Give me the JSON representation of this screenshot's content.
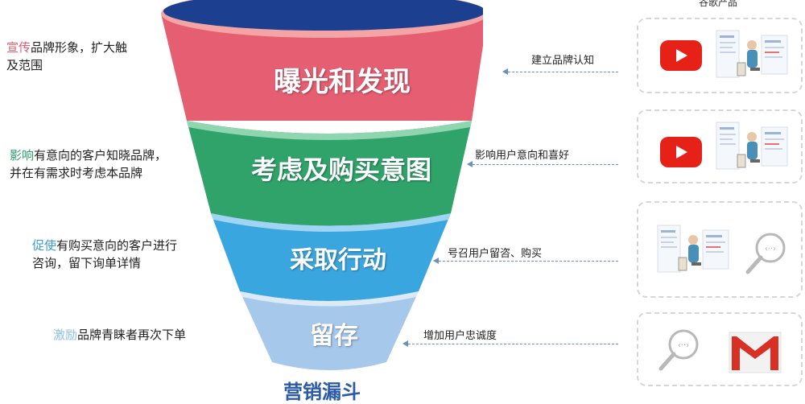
{
  "products_title": "谷歌产品",
  "funnel_title": "营销漏斗",
  "stages": [
    {
      "label": "曝光和发现",
      "color": "#e65e72",
      "rim": "#f4a4a4",
      "right_text": "建立品牌认知",
      "left": {
        "highlight": "宣传",
        "highlight_color": "#e65e72",
        "line1": "品牌形象，扩大触",
        "line2": "及范围"
      }
    },
    {
      "label": "考虑及购买意图",
      "color": "#30a36b",
      "rim": "#8fd6b0",
      "right_text": "影响用户意向和喜好",
      "left": {
        "highlight": "影响",
        "highlight_color": "#30a36b",
        "line1": "有意向的客户知晓品牌，",
        "line2": "并在有需求时考虑本品牌"
      }
    },
    {
      "label": "采取行动",
      "color": "#3aa6e0",
      "rim": "#9fd4f2",
      "right_text": "号召用户留咨、购买",
      "left": {
        "highlight": "促使",
        "highlight_color": "#3a9ad6",
        "line1": "有购买意向的客户进行",
        "line2": "咨询，留下询单详情"
      }
    },
    {
      "label": "留存",
      "color": "#a6c8ea",
      "rim": "#dceaf7",
      "right_text": "增加用户忠诚度",
      "left": {
        "highlight": "激励",
        "highlight_color": "#8fc0e8",
        "line1": "品牌青睐者再次下单",
        "line2": ""
      }
    }
  ],
  "cards": [
    {
      "icons": [
        "youtube-icon",
        "web-page-thumbnail"
      ]
    },
    {
      "icons": [
        "youtube-icon",
        "web-page-thumbnail"
      ]
    },
    {
      "icons": [
        "web-page-thumbnail",
        "search-magnifier-icon"
      ]
    },
    {
      "icons": [
        "search-magnifier-icon",
        "gmail-icon"
      ]
    }
  ],
  "colors": {
    "top_ellipse": "#1c3f8f",
    "arrow": "#6a8fc4",
    "title": "#2b5aa8"
  }
}
